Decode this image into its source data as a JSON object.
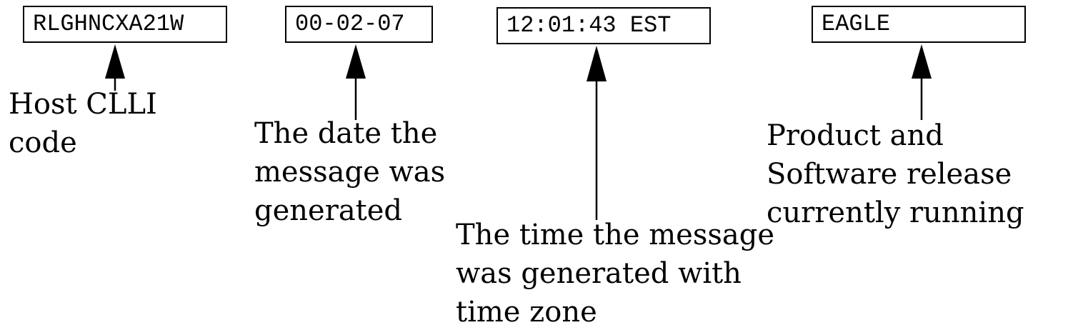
{
  "fields": [
    {
      "id": "host-clli",
      "value": "RLGHNCXA21W",
      "description_lines": [
        "Host CLLI",
        "code"
      ]
    },
    {
      "id": "date",
      "value": "00-02-07",
      "description_lines": [
        "The date the",
        "message was",
        "generated"
      ]
    },
    {
      "id": "time",
      "value": "12:01:43 EST",
      "description_lines": [
        "The time the message",
        "was generated with",
        "time zone"
      ]
    },
    {
      "id": "product",
      "value": "EAGLE",
      "description_lines": [
        "Product  and",
        "Software release",
        "currently running"
      ]
    }
  ]
}
